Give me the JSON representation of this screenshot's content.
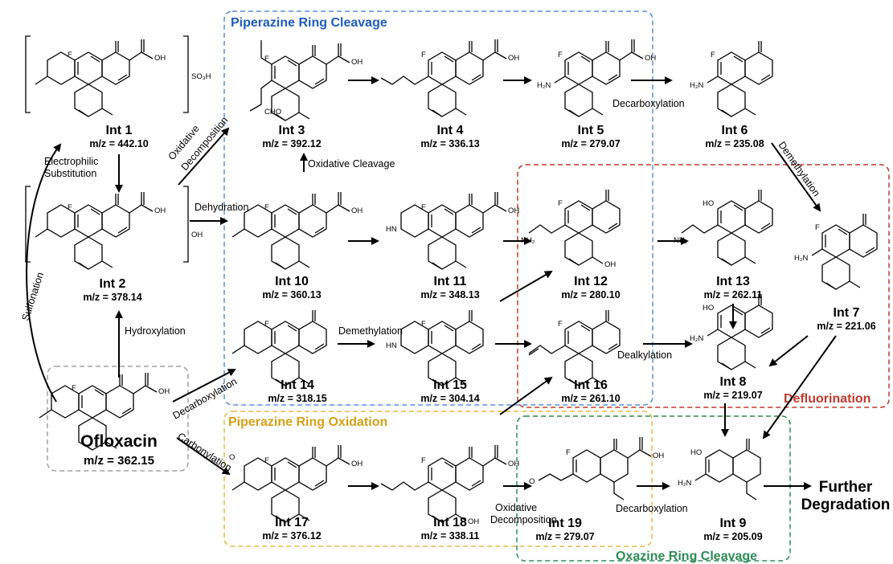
{
  "regions": {
    "piperazine_cleavage": "Piperazine Ring Cleavage",
    "defluorination": "Defluorination",
    "piperazine_oxidation": "Piperazine Ring Oxidation",
    "oxazine_cleavage": "Oxazine Ring Cleavage"
  },
  "colors": {
    "piperazine_cleavage": "#5b8fd6",
    "piperazine_cleavage_text": "#1f5cc0",
    "defluorination": "#c0392b",
    "piperazine_oxidation": "#e8b84a",
    "piperazine_oxidation_text": "#d4a017",
    "oxazine_cleavage": "#2e8b57",
    "parent_box": "#a0a0a0"
  },
  "compounds": {
    "ofloxacin": {
      "name": "Ofloxacin",
      "mz": "m/z = 362.15"
    },
    "int1": {
      "name": "Int 1",
      "mz": "m/z = 442.10"
    },
    "int2": {
      "name": "Int 2",
      "mz": "m/z = 378.14"
    },
    "int3": {
      "name": "Int 3",
      "mz": "m/z = 392.12"
    },
    "int4": {
      "name": "Int 4",
      "mz": "m/z = 336.13"
    },
    "int5": {
      "name": "Int 5",
      "mz": "m/z = 279.07"
    },
    "int6": {
      "name": "Int 6",
      "mz": "m/z = 235.08"
    },
    "int7": {
      "name": "Int 7",
      "mz": "m/z = 221.06"
    },
    "int8": {
      "name": "Int 8",
      "mz": "m/z = 219.07"
    },
    "int9": {
      "name": "Int 9",
      "mz": "m/z = 205.09"
    },
    "int10": {
      "name": "Int 10",
      "mz": "m/z = 360.13"
    },
    "int11": {
      "name": "Int 11",
      "mz": "m/z = 348.13"
    },
    "int12": {
      "name": "Int 12",
      "mz": "m/z = 280.10"
    },
    "int13": {
      "name": "Int 13",
      "mz": "m/z = 262.11"
    },
    "int14": {
      "name": "Int 14",
      "mz": "m/z = 318.15"
    },
    "int15": {
      "name": "Int 15",
      "mz": "m/z = 304.14"
    },
    "int16": {
      "name": "Int 16",
      "mz": "m/z = 261.10"
    },
    "int17": {
      "name": "Int 17",
      "mz": "m/z = 376.12"
    },
    "int18": {
      "name": "Int 18",
      "mz": "m/z = 338.11"
    },
    "int19": {
      "name": "Int 19",
      "mz": "m/z = 279.07"
    }
  },
  "steps": {
    "electrophilic_1": "Electrophilic",
    "electrophilic_2": "Substitution",
    "oxidative_decomp_1": "Oxidative",
    "oxidative_decomp_2": "Decomposition",
    "oxidative_cleavage": "Oxidative Cleavage",
    "dehydration": "Dehydration",
    "sulfonation": "Sulfonation",
    "hydroxylation": "Hydroxylation",
    "decarboxylation_a": "Decarboxylation",
    "demethylation_a": "Demethylation",
    "demethylation_b": "Demethylation",
    "decarboxylation_b": "Decarboxylation",
    "carbonylation": "Carbonylation",
    "dealkylation": "Dealkylation",
    "oxidative_decomp_3": "Oxidative",
    "oxidative_decomp_4": "Decomposition",
    "decarboxylation_c": "Decarboxylation",
    "further_1": "Further",
    "further_2": "Degradation"
  },
  "substituents": {
    "so3h": "SO₃H",
    "oh": "OH",
    "cho": "CHO",
    "f": "F",
    "o": "O",
    "n": "N",
    "h2n": "H₂N",
    "nh2": "NH₂",
    "nh": "NH",
    "ho": "HO",
    "hn": "HN",
    "h": "H",
    "cooh": "OH"
  }
}
